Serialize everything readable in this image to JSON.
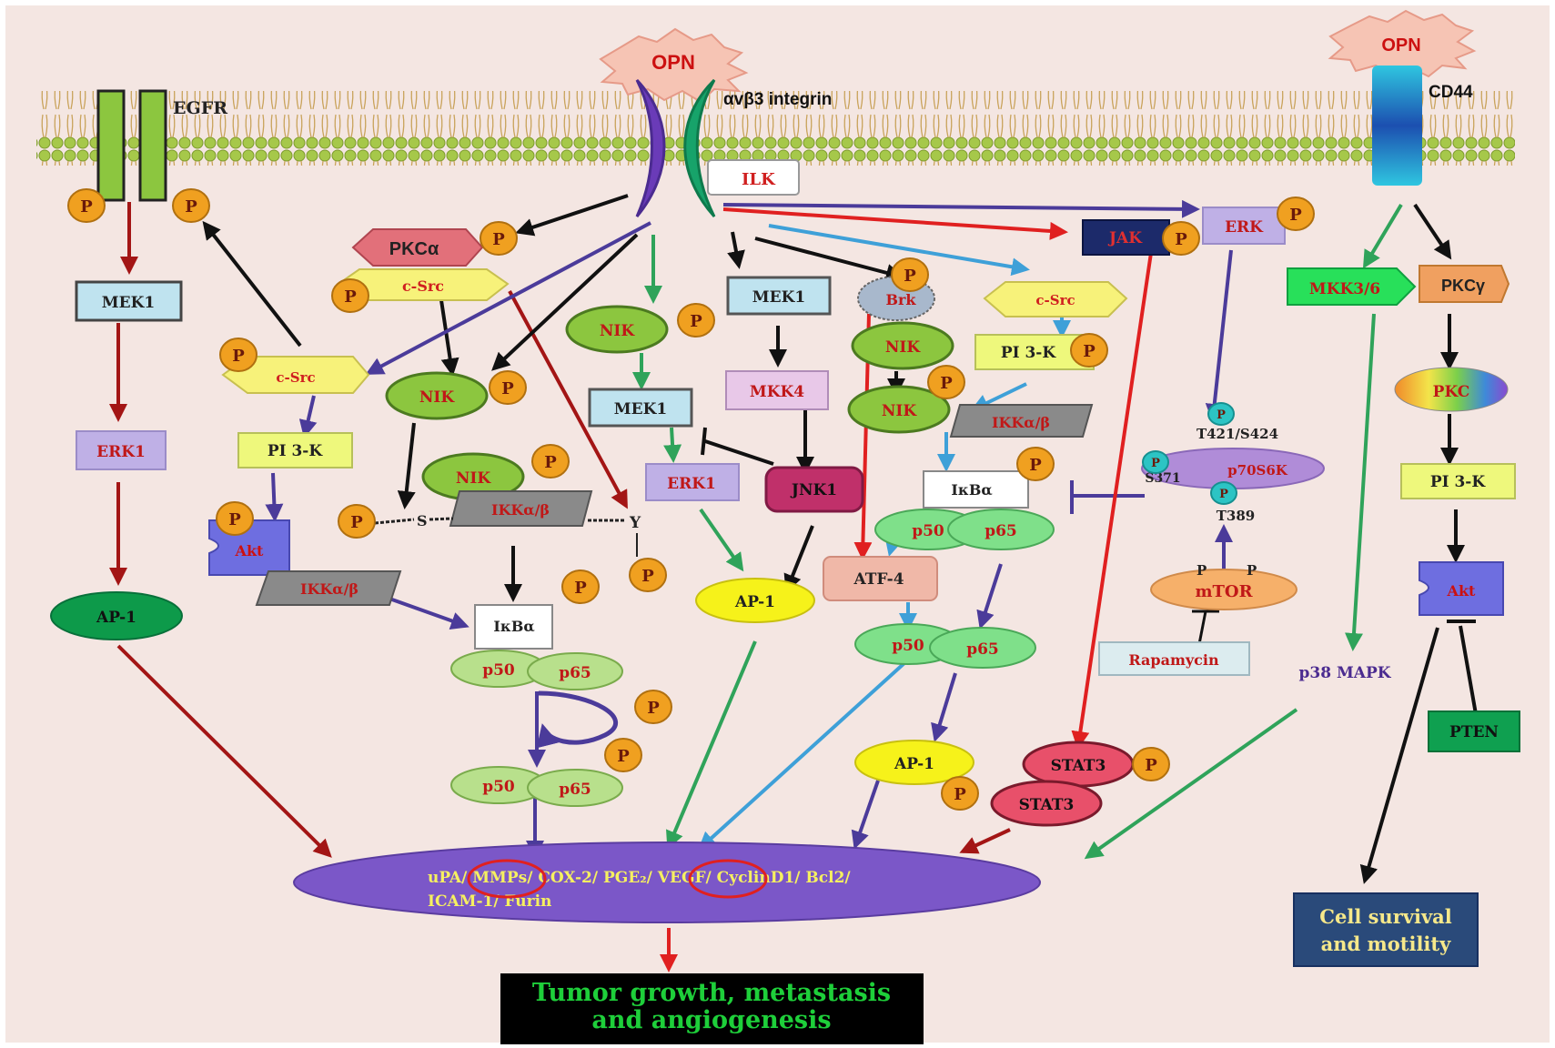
{
  "receptors": {
    "opn_left": "OPN",
    "opn_right": "OPN",
    "egfr": "EGFR",
    "integrin": "αvβ3 integrin",
    "cd44": "CD44"
  },
  "phospho": "P",
  "nodes": {
    "ilk": "ILK",
    "pkc_alpha": "PKCα",
    "c_src_top": "c-Src",
    "c_src_left": "c-Src",
    "c_src_right": "c-Src",
    "mek1_left": "MEK1",
    "erk1_left": "ERK1",
    "ap1_left": "AP-1",
    "pi3k_left": "PI 3-K",
    "akt_left": "Akt",
    "ikk_left": "IKKα/β",
    "nik_1": "NIK",
    "nik_2": "NIK",
    "nik_3": "NIK",
    "nik_4": "NIK",
    "nik_5": "NIK",
    "ikk_mid": "IKKα/β",
    "s_label": "S",
    "y_label": "Y",
    "ikba_mid": "IκBα",
    "p50_a": "p50",
    "p65_a": "p65",
    "p50_b": "p50",
    "p65_b": "p65",
    "mek1_mid": "MEK1",
    "mek1_mid2": "MEK1",
    "erk1_mid": "ERK1",
    "ap1_mid": "AP-1",
    "mkk4": "MKK4",
    "jnk1": "JNK1",
    "brk": "Brk",
    "ikk_right": "IKKα/β",
    "ikba_right": "IκBα",
    "p50_c": "p50",
    "p65_c": "p65",
    "atf4": "ATF-4",
    "p50_d": "p50",
    "p65_d": "p65",
    "ap1_right": "AP-1",
    "pi3k_right": "PI 3-K",
    "jak": "JAK",
    "erk_right": "ERK",
    "t421": "T421/S424",
    "s371": "S371",
    "p70s6k": "p70S6K",
    "t389": "T389",
    "mtor": "mTOR",
    "rapamycin": "Rapamycin",
    "stat3_a": "STAT3",
    "stat3_b": "STAT3",
    "mkk36": "MKK3/6",
    "pkcy": "PKCγ",
    "pkc": "PKC",
    "pi3k_far": "PI 3-K",
    "akt_far": "Akt",
    "pten": "PTEN",
    "p38": "p38 MAPK"
  },
  "targets": {
    "line1": "uPA/ MMPs/ COX-2/ PGE₂/ VEGF/ CyclinD1/ Bcl2/",
    "line2": "ICAM-1/ Furin"
  },
  "outcomes": {
    "tumor_line1": "Tumor growth, metastasis",
    "tumor_line2": "and angiogenesis",
    "cell_line1": "Cell survival",
    "cell_line2": "and motility"
  },
  "colors": {
    "background": "#f4e6e2",
    "membrane": "#a6c84a",
    "dark_red_arrow": "#a31515",
    "purple_arrow": "#4b3b9a",
    "green_arrow": "#2fa35a",
    "blue_arrow": "#3ea0d8",
    "red_arrow": "#e02020",
    "phospho": "#f0a020",
    "target_ellipse": "#7b57c8"
  }
}
